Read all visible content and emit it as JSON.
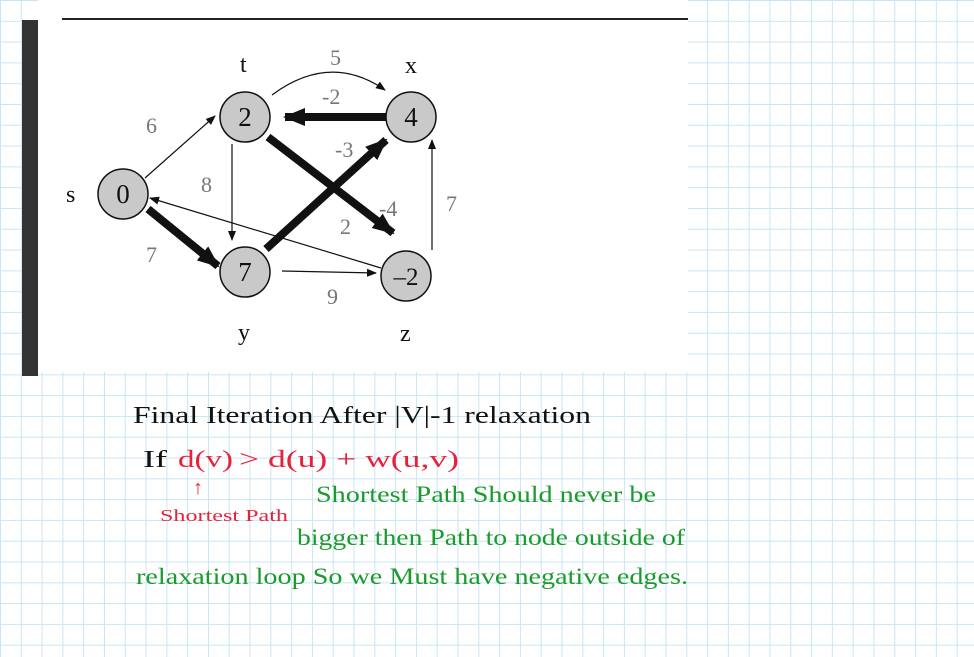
{
  "graph": {
    "nodes": [
      {
        "id": "s",
        "label": "s",
        "value": "0"
      },
      {
        "id": "t",
        "label": "t",
        "value": "2"
      },
      {
        "id": "x",
        "label": "x",
        "value": "4"
      },
      {
        "id": "y",
        "label": "y",
        "value": "7"
      },
      {
        "id": "z",
        "label": "z",
        "value": "–2"
      }
    ],
    "edges": [
      {
        "from": "s",
        "to": "t",
        "weight": "6",
        "bold": false
      },
      {
        "from": "s",
        "to": "y",
        "weight": "7",
        "bold": true
      },
      {
        "from": "t",
        "to": "x",
        "weight": "5",
        "bold": false
      },
      {
        "from": "t",
        "to": "y",
        "weight": "8",
        "bold": false
      },
      {
        "from": "t",
        "to": "z",
        "weight": "-4",
        "bold": true
      },
      {
        "from": "x",
        "to": "t",
        "weight": "-2",
        "bold": true
      },
      {
        "from": "y",
        "to": "x",
        "weight": "-3",
        "bold": true
      },
      {
        "from": "y",
        "to": "z",
        "weight": "9",
        "bold": false
      },
      {
        "from": "z",
        "to": "x",
        "weight": "7",
        "bold": false
      },
      {
        "from": "z",
        "to": "s",
        "weight": "2",
        "bold": false
      }
    ]
  },
  "notes": {
    "line1": "Final Iteration After |V|-1 relaxation",
    "line2_if": "If",
    "line2_dv": "d(v)",
    "line2_rest": "> d(u) + w(u,v)",
    "arrow_mark": "↑",
    "shortest_path_label": "Shortest Path",
    "green_line1": "Shortest Path Should never be",
    "green_line2": "bigger then Path to node outside of",
    "green_line3": "relaxation loop So we Must have negative edges.",
    "colors": {
      "ink": "#111111",
      "red": "#e8213a",
      "green": "#1a9b2e"
    }
  }
}
